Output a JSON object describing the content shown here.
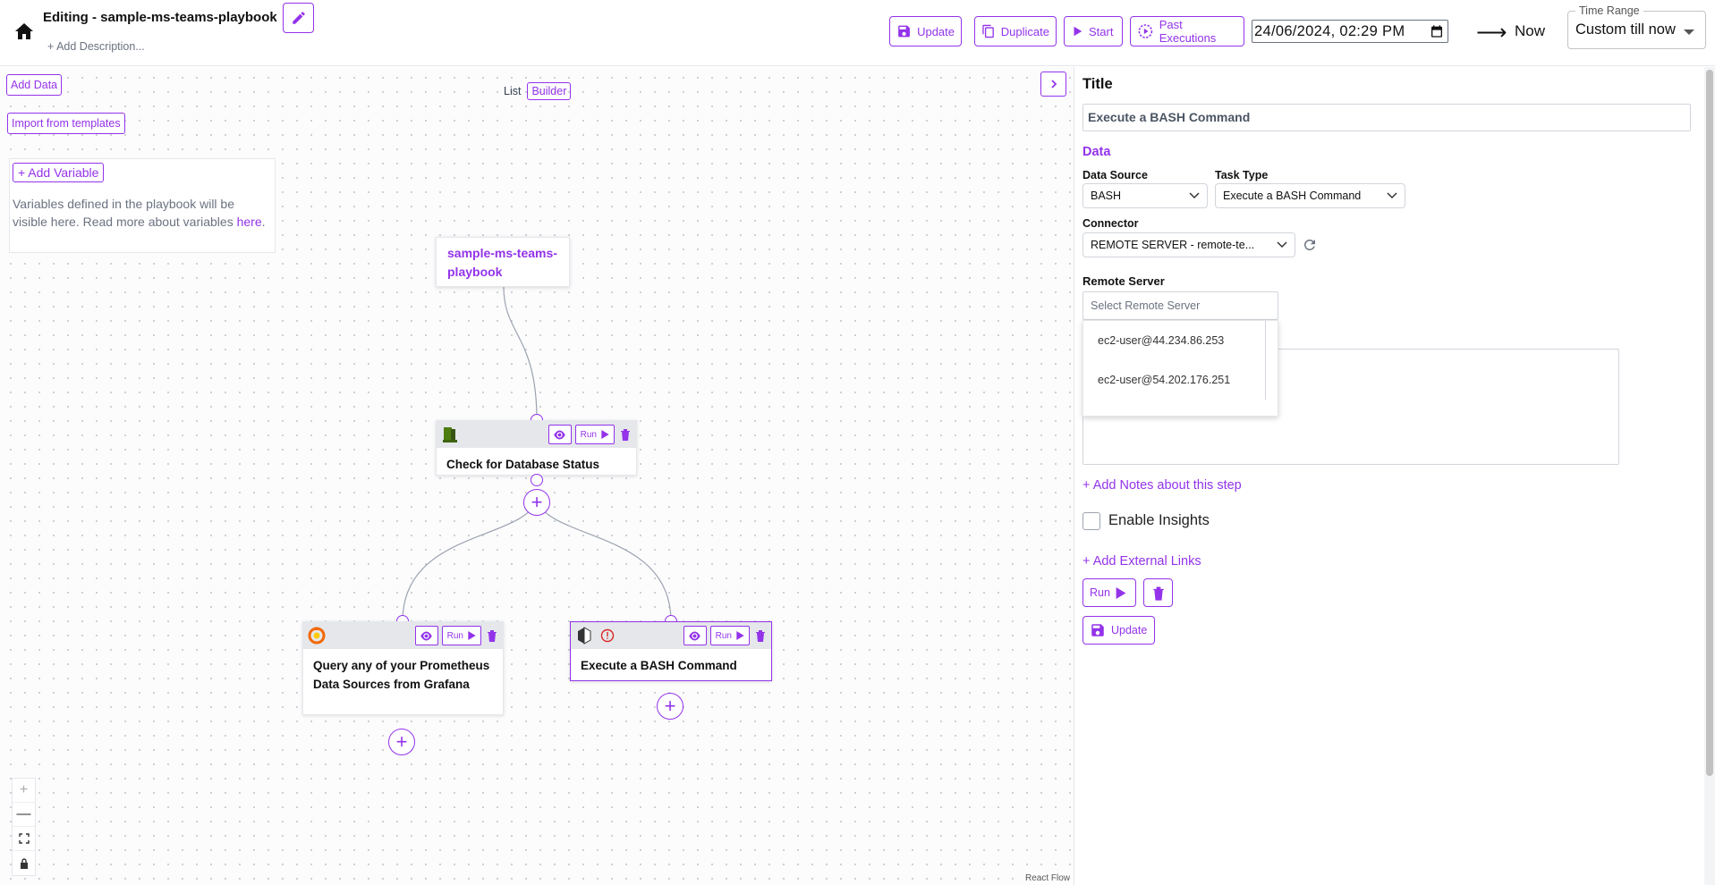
{
  "header": {
    "title": "Editing - sample-ms-teams-playbook",
    "add_description": "+ Add Description...",
    "buttons": {
      "update": "Update",
      "duplicate": "Duplicate",
      "start": "Start",
      "past_executions": "Past Executions"
    },
    "date_value": "24/06/2024, 02:29 PM",
    "arrow": "⟶",
    "now": "Now",
    "time_range": {
      "legend": "Time Range",
      "value": "Custom till now"
    }
  },
  "canvas": {
    "add_data": "Add Data",
    "import_templates": "Import from templates",
    "view_tabs": {
      "list": "List",
      "builder": "Builder"
    },
    "variables": {
      "add_button": "+ Add Variable",
      "hint": "Variables defined in the playbook will be visible here. Read more about variables",
      "hint_link": "here",
      "hint_end": "."
    },
    "root_node": "sample-ms-teams-playbook",
    "nodes": [
      {
        "title": "Check for Database Status",
        "run": "Run"
      },
      {
        "title": "Query any of your Prometheus Data Sources from Grafana",
        "run": "Run"
      },
      {
        "title": "Execute a BASH Command",
        "run": "Run"
      }
    ],
    "attribution": "React Flow"
  },
  "side": {
    "title_label": "Title",
    "title_value": "Execute a BASH Command",
    "data_heading": "Data",
    "data_source": {
      "label": "Data Source",
      "value": "BASH"
    },
    "task_type": {
      "label": "Task Type",
      "value": "Execute a BASH Command"
    },
    "connector": {
      "label": "Connector",
      "value": "REMOTE SERVER - remote-te..."
    },
    "remote_server": {
      "label": "Remote Server",
      "placeholder": "Select Remote Server",
      "options": [
        "ec2-user@44.234.86.253",
        "ec2-user@54.202.176.251"
      ]
    },
    "add_notes": "+ Add Notes about this step",
    "enable_insights": "Enable Insights",
    "add_links": "+ Add External Links",
    "run": "Run",
    "update": "Update"
  },
  "colors": {
    "accent": "#9333ea"
  }
}
